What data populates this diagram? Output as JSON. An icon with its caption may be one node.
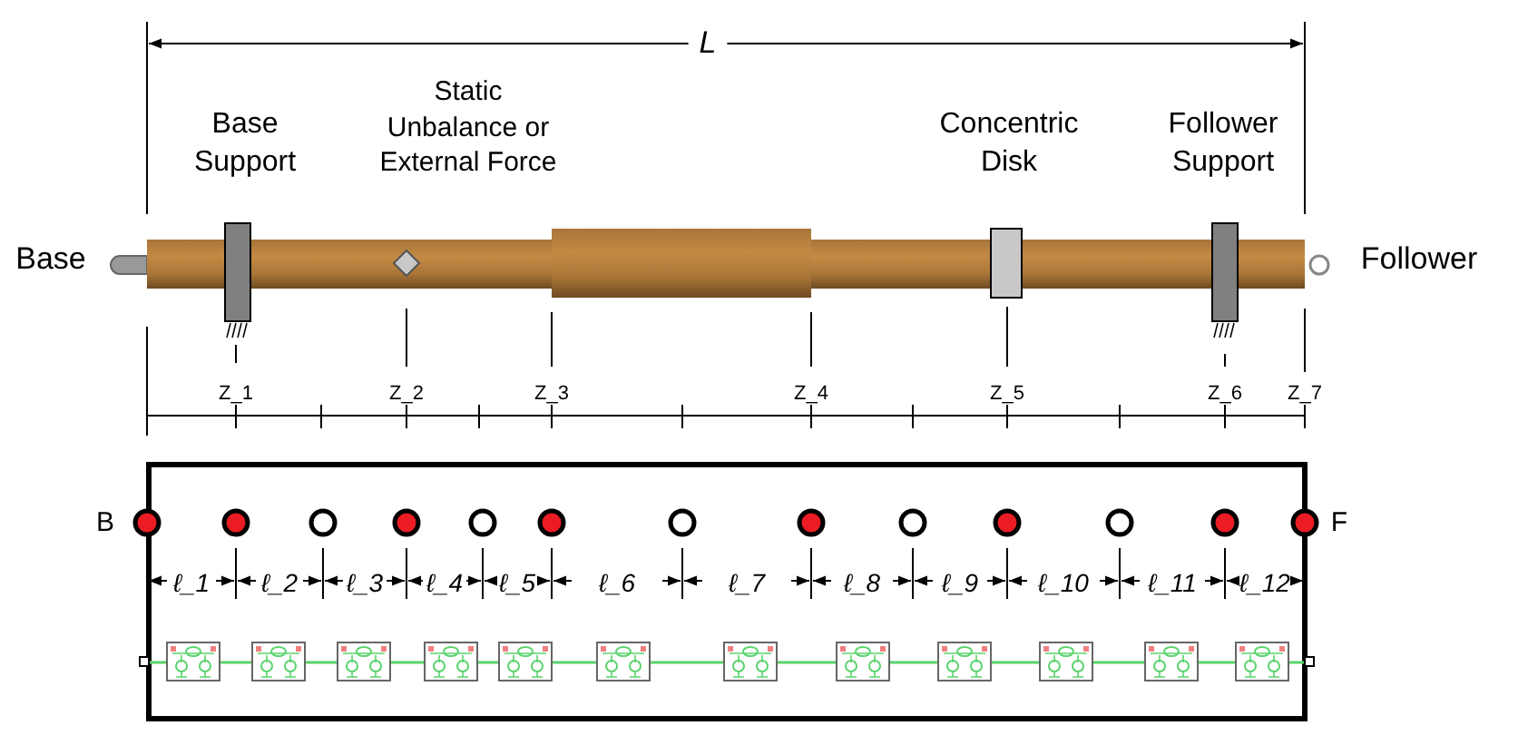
{
  "diagram": {
    "labels": [
      "L",
      "Base Support",
      "Static Unbalance or External Force",
      "Concentric Disk",
      "Follower Support",
      "Base",
      "Follower",
      "Z_1",
      "Z_2",
      "Z_3",
      "Z_4",
      "Z_5",
      "Z_6",
      "Z_7",
      "B",
      "F",
      "ℓ_1",
      "ℓ_2",
      "ℓ_3",
      "ℓ_4",
      "ℓ_5",
      "ℓ_6",
      "ℓ_7",
      "ℓ_8",
      "ℓ_9",
      "ℓ_10",
      "ℓ_11",
      "ℓ_12"
    ]
  }
}
